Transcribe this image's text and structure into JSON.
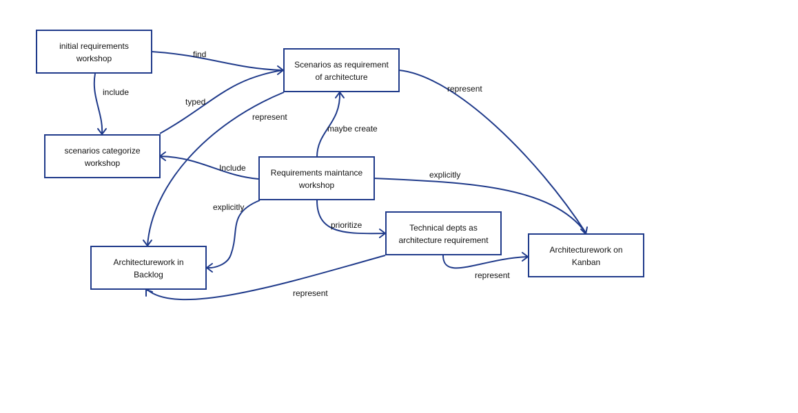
{
  "colors": {
    "stroke": "#1f3a8a",
    "background": "#ffffff",
    "text": "#111111"
  },
  "nodes": {
    "initial": {
      "line1": "initial requirements",
      "line2": "workshop"
    },
    "scenarios": {
      "line1": "Scenarios as requirement",
      "line2": "of architecture"
    },
    "categorize": {
      "line1": "scenarios categorize",
      "line2": "workshop"
    },
    "maintenance": {
      "line1": "Requirements maintance",
      "line2": "workshop"
    },
    "technical": {
      "line1": "Technical depts as",
      "line2": "architecture requirement"
    },
    "backlog": {
      "line1": "Architecturework in",
      "line2": "Backlog"
    },
    "kanban": {
      "line1": "Architecturework on",
      "line2": "Kanban"
    }
  },
  "edges": {
    "find": "find",
    "include_initial": "include",
    "typed": "typed",
    "represent_scenarios_backlog": "represent",
    "represent_scenarios_kanban": "represent",
    "maybe_create": "maybe create",
    "include_maintenance": "Include",
    "explicitly_kanban": "explicitly",
    "explicitly_backlog": "explicitly",
    "prioritize": "prioritize",
    "represent_technical_kanban": "represent",
    "represent_technical_backlog": "represent"
  }
}
